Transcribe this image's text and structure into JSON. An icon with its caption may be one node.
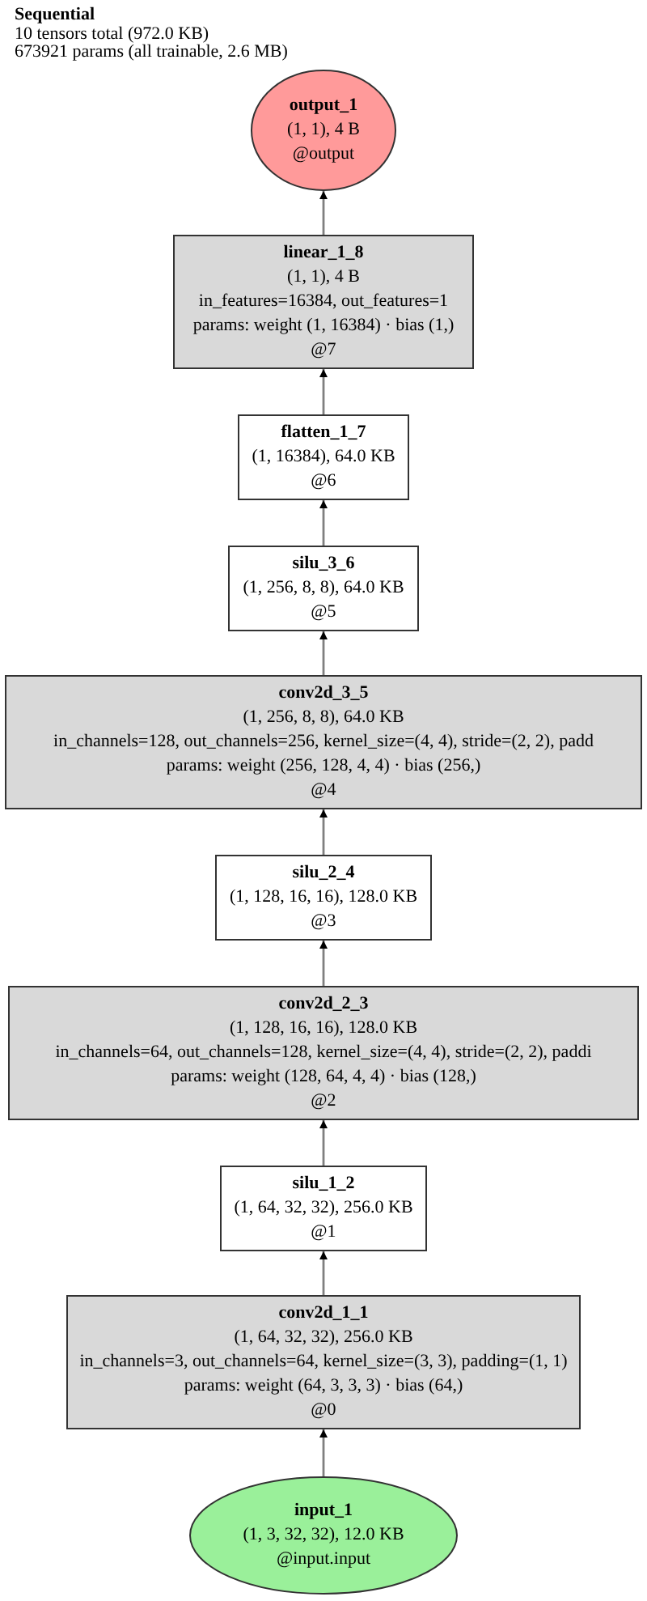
{
  "diagram": {
    "title": "Sequential",
    "nodes": [
      {
        "text": [
          "output_1",
          "(1, 1), 4 B",
          "@output"
        ]
      },
      {
        "text": [
          "linear_1_8",
          "(1, 1), 4 B",
          "in_features=16384, out_features=1",
          "params: weight (1, 16384) · bias (1,)",
          "@7"
        ]
      },
      {
        "text": [
          "flatten_1_7",
          "(1, 16384), 64.0 KB",
          "@6"
        ]
      },
      {
        "text": [
          "silu_3_6",
          "(1, 256, 8, 8), 64.0 KB",
          "@5"
        ]
      },
      {
        "text": [
          "conv2d_3_5",
          "(1, 256, 8, 8), 64.0 KB",
          "in_channels=128, out_channels=256, kernel_size=(4, 4), stride=(2, 2), padd",
          "params: weight (256, 128, 4, 4) · bias (256,)",
          "@4"
        ]
      },
      {
        "text": [
          "silu_2_4",
          "(1, 128, 16, 16), 128.0 KB",
          "@3"
        ]
      },
      {
        "text": [
          "conv2d_2_3",
          "(1, 128, 16, 16), 128.0 KB",
          "in_channels=64, out_channels=128, kernel_size=(4, 4), stride=(2, 2), paddi",
          "params: weight (128, 64, 4, 4) · bias (128,)",
          "@2"
        ]
      },
      {
        "text": [
          "silu_1_2",
          "(1, 64, 32, 32), 256.0 KB",
          "@1"
        ]
      },
      {
        "text": [
          "conv2d_1_1",
          "(1, 64, 32, 32), 256.0 KB",
          "in_channels=3, out_channels=64, kernel_size=(3, 3), padding=(1, 1)",
          "params: weight (64, 3, 3, 3) · bias (64,)",
          "@0"
        ]
      },
      {
        "text": [
          "input_1",
          "(1, 3, 32, 32), 12.0 KB",
          "@input.input"
        ]
      }
    ],
    "edges": [
      {
        "from": 9,
        "to": 8,
        "arrow": "to"
      },
      {
        "from": 8,
        "to": 7,
        "arrow": "to"
      },
      {
        "from": 7,
        "to": 6,
        "arrow": "to"
      },
      {
        "from": 6,
        "to": 5,
        "arrow": "to"
      },
      {
        "from": 5,
        "to": 4,
        "arrow": "to"
      },
      {
        "from": 4,
        "to": 3,
        "arrow": "to"
      },
      {
        "from": 3,
        "to": 2,
        "arrow": "to"
      },
      {
        "from": 2,
        "to": 1,
        "arrow": "to"
      },
      {
        "from": 1,
        "to": 0,
        "arrow": "to"
      }
    ],
    "labels": [
      "10 tensors total (972.0 KB)",
      "673921 params (all trainable, 2.6 MB)"
    ]
  }
}
